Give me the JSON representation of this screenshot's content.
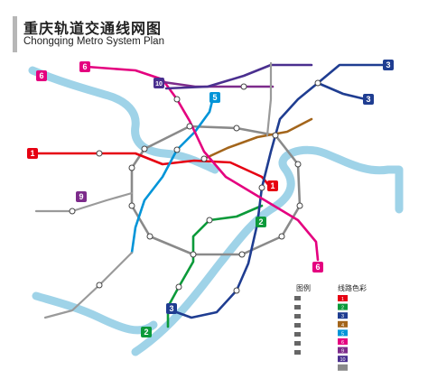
{
  "title": {
    "zh": "重庆轨道交通线网图",
    "en": "Chongqing Metro System Plan"
  },
  "colors": {
    "river": "#9fd3e8",
    "line1": "#e60012",
    "line2": "#0b9a3a",
    "line3": "#1f3d91",
    "line4": "#a3651b",
    "line5": "#0094d8",
    "line6": "#e4007f",
    "line9": "#7d2b8b",
    "line10": "#4a2f8f",
    "loop": "#8a8a8a",
    "grey": "#9a9a9a"
  },
  "line_badges": [
    {
      "id": "6",
      "label": "6",
      "color": "#e4007f"
    },
    {
      "id": "10",
      "label": "10",
      "color": "#4a2f8f"
    },
    {
      "id": "5",
      "label": "5",
      "color": "#0094d8"
    },
    {
      "id": "3-ne",
      "label": "3",
      "color": "#1f3d91"
    },
    {
      "id": "3-e",
      "label": "3",
      "color": "#1f3d91"
    },
    {
      "id": "1",
      "label": "1",
      "color": "#e60012"
    },
    {
      "id": "1-c",
      "label": "1",
      "color": "#e60012"
    },
    {
      "id": "2-c",
      "label": "2",
      "color": "#0b9a3a"
    },
    {
      "id": "6-s",
      "label": "6",
      "color": "#e4007f"
    },
    {
      "id": "9-w",
      "label": "9",
      "color": "#7d2b8b"
    },
    {
      "id": "3-s",
      "label": "3",
      "color": "#1f3d91"
    },
    {
      "id": "2-s",
      "label": "2",
      "color": "#0b9a3a"
    },
    {
      "id": "6-sw",
      "label": "6",
      "color": "#e4007f"
    }
  ],
  "legend": {
    "symbols_title": "图例",
    "lines_title": "线路色彩",
    "swatches": [
      {
        "label": "1",
        "color": "#e60012"
      },
      {
        "label": "2",
        "color": "#0b9a3a"
      },
      {
        "label": "3",
        "color": "#1f3d91"
      },
      {
        "label": "4",
        "color": "#a3651b"
      },
      {
        "label": "5",
        "color": "#0094d8"
      },
      {
        "label": "6",
        "color": "#e4007f"
      },
      {
        "label": "9",
        "color": "#7d2b8b"
      },
      {
        "label": "10",
        "color": "#4a2f8f"
      },
      {
        "label": "",
        "color": "#8a8a8a"
      }
    ]
  }
}
